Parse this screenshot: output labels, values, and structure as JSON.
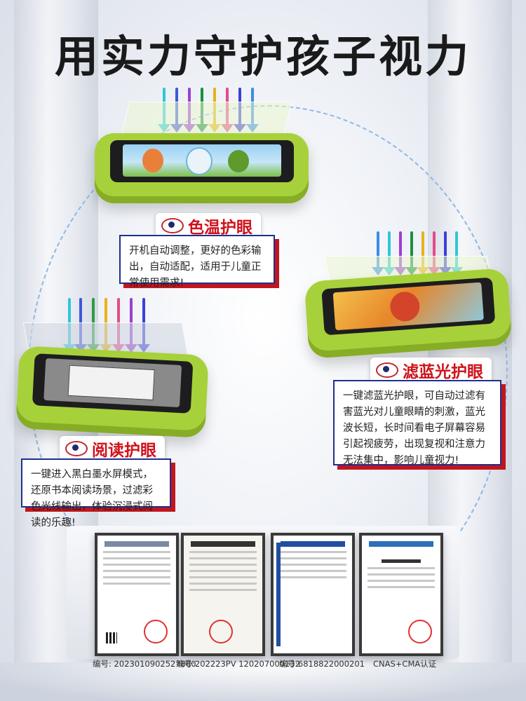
{
  "title": "用实力守护孩子视力",
  "features": [
    {
      "label": "色温护眼",
      "text": "开机自动调整，更好的色彩输出，自动适配，适用于儿童正常使用需求!"
    },
    {
      "label": "滤蓝光护眼",
      "text": "一键滤蓝光护眼，可自动过滤有害蓝光对儿童眼睛的刺激，蓝光波长短，长时间看电子屏幕容易引起视疲劳，出现复视和注意力无法集中，影响儿童视力!"
    },
    {
      "label": "阅读护眼",
      "text": "一键进入黑白墨水屏模式，还原书本阅读场景，过滤彩色光线输出，体验沉浸式阅读的乐趣!"
    }
  ],
  "certificates": [
    {
      "caption": "编号: 2023010902527880"
    },
    {
      "caption": "编号:202223PV 120207000132"
    },
    {
      "caption": "编号:6818822000201"
    },
    {
      "caption": "CNAS+CMA认证"
    }
  ],
  "colors": {
    "accent": "#d0121b",
    "case_green": "#a7d13a",
    "box_border": "#1f2f8c"
  }
}
